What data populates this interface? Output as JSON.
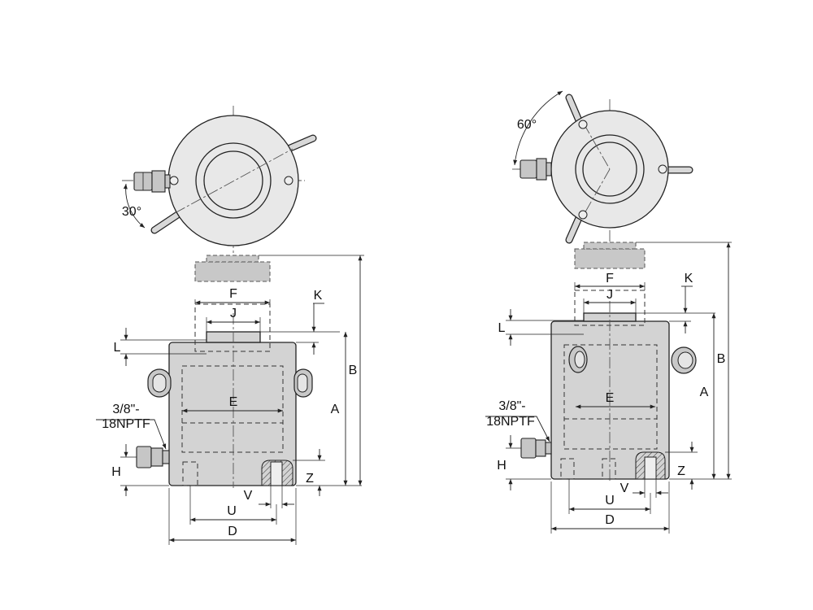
{
  "drawings": [
    {
      "id": "left",
      "top_view": {
        "angle_label": "30°"
      },
      "front_view": {
        "port_label_line1": "3/8\"-",
        "port_label_line2": "18NPTF",
        "dims": {
          "F": "F",
          "J": "J",
          "K": "K",
          "L": "L",
          "E": "E",
          "A": "A",
          "B": "B",
          "H": "H",
          "Z": "Z",
          "V": "V",
          "U": "U",
          "D": "D"
        }
      }
    },
    {
      "id": "right",
      "top_view": {
        "angle_label": "60°"
      },
      "front_view": {
        "port_label_line1": "3/8\"-",
        "port_label_line2": "18NPTF",
        "dims": {
          "F": "F",
          "J": "J",
          "K": "K",
          "L": "L",
          "E": "E",
          "A": "A",
          "B": "B",
          "H": "H",
          "Z": "Z",
          "V": "V",
          "U": "U",
          "D": "D"
        }
      }
    }
  ]
}
